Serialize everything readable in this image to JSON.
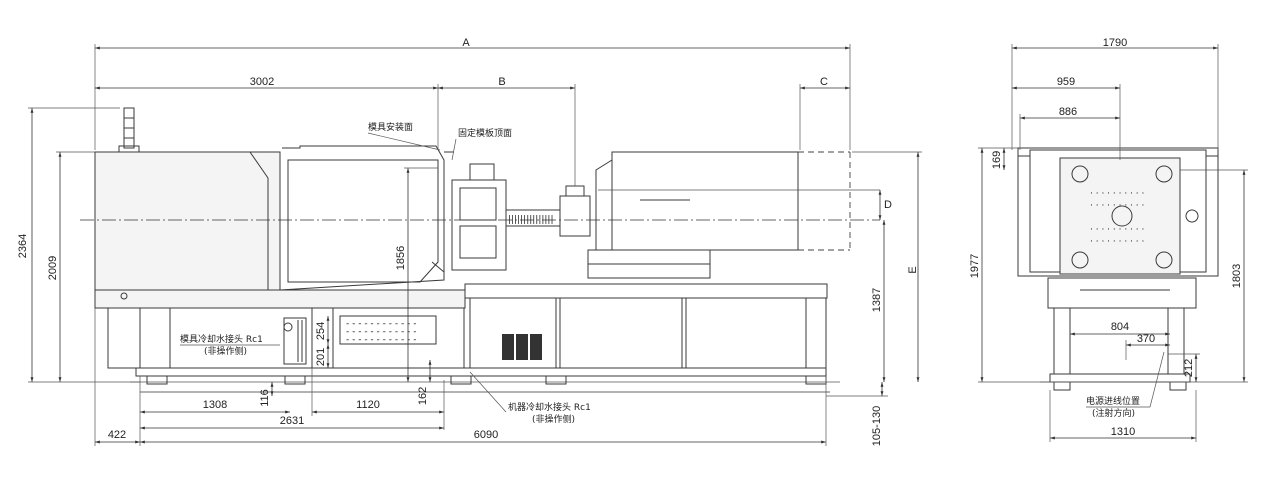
{
  "side_view": {
    "dims": {
      "A": "A",
      "B": "B",
      "C": "C",
      "D": "D",
      "E": "E",
      "d3002": "3002",
      "d2364": "2364",
      "d2009": "2009",
      "d1856": "1856",
      "d1387": "1387",
      "d254": "254",
      "d201": "201",
      "d116": "116",
      "d162": "162",
      "d1308": "1308",
      "d1120": "1120",
      "d2631": "2631",
      "d422": "422",
      "d6090": "6090",
      "d105_130": "105-130"
    },
    "labels": {
      "mold_mount_face": "模具安装面",
      "fixed_platen_top": "固定模板顶面",
      "mold_cooling_1": "模具冷却水接头 Rc1",
      "mold_cooling_2": "(非操作侧)",
      "machine_cooling_1": "机器冷却水接头 Rc1",
      "machine_cooling_2": "(非操作侧)"
    }
  },
  "end_view": {
    "dims": {
      "d1790": "1790",
      "d959": "959",
      "d886": "886",
      "d169": "169",
      "d1977": "1977",
      "d1803": "1803",
      "d804": "804",
      "d370": "370",
      "d212": "212",
      "d1310": "1310"
    },
    "labels": {
      "power_inlet_1": "电源进线位置",
      "power_inlet_2": "(注射方向)"
    }
  }
}
